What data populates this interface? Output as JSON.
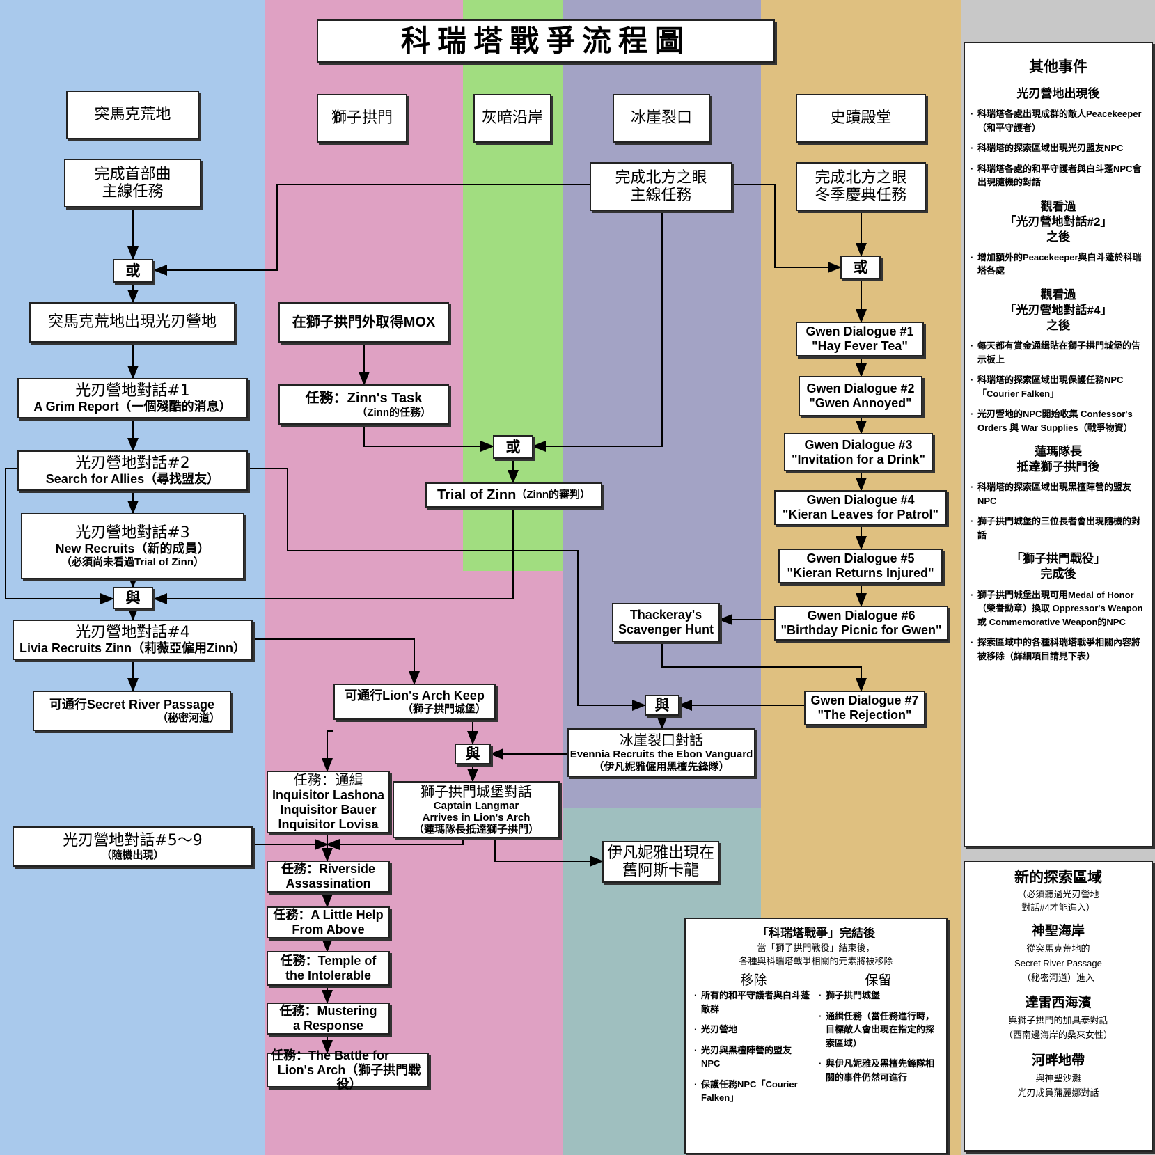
{
  "title": "科瑞塔戰爭流程圖",
  "colors": {
    "blue": "#a9c9ec",
    "pink": "#dfa1c3",
    "green": "#a1dd80",
    "purple": "#a3a3c5",
    "teal": "#9fbfbf",
    "tan": "#dfc080",
    "gray": "#c8c8c8"
  },
  "columns": [
    "突馬克荒地",
    "獅子拱門",
    "灰暗沿岸",
    "冰崖裂口",
    "史蹟殿堂"
  ],
  "gates": {
    "or1": "或",
    "or2": "或",
    "or3": "或",
    "and1": "與",
    "and2": "與",
    "and3": "與"
  },
  "nodes": {
    "ep1": [
      "完成首部曲",
      "主線任務"
    ],
    "camp": "突馬克荒地出現光刃營地",
    "d1": [
      "光刃營地對話#1",
      "A Grim Report（一個殘酷的消息）"
    ],
    "d2": [
      "光刃營地對話#2",
      "Search for Allies（尋找盟友）"
    ],
    "d3": [
      "光刃營地對話#3",
      "New Recruits（新的成員）",
      "（必須尚未看過Trial of Zinn）"
    ],
    "d4": [
      "光刃營地對話#4",
      "Livia Recruits Zinn（莉薇亞僱用Zinn）"
    ],
    "srp": [
      "可通行Secret River Passage",
      "（秘密河道）"
    ],
    "d59": [
      "光刃營地對話#5～9",
      "（隨機出現）"
    ],
    "mox": "在獅子拱門外取得MOX",
    "zinn_task": [
      "任務：Zinn's Task",
      "（Zinn的任務）"
    ],
    "trial": [
      "Trial of Zinn",
      "（Zinn的審判）"
    ],
    "north_main": [
      "完成北方之眼",
      "主線任務"
    ],
    "north_winter": [
      "完成北方之眼",
      "冬季慶典任務"
    ],
    "g1": [
      "Gwen Dialogue #1",
      "\"Hay Fever Tea\""
    ],
    "g2": [
      "Gwen Dialogue #2",
      "\"Gwen Annoyed\""
    ],
    "g3": [
      "Gwen Dialogue #3",
      "\"Invitation for a Drink\""
    ],
    "g4": [
      "Gwen Dialogue #4",
      "\"Kieran Leaves for Patrol\""
    ],
    "g5": [
      "Gwen Dialogue #5",
      "\"Kieran Returns Injured\""
    ],
    "g6": [
      "Gwen Dialogue #6",
      "\"Birthday Picnic for Gwen\""
    ],
    "g7": [
      "Gwen Dialogue #7",
      "\"The Rejection\""
    ],
    "thackeray": [
      "Thackeray's",
      "Scavenger Hunt"
    ],
    "ice": [
      "冰崖裂口對話",
      "Evennia Recruits the Ebon Vanguard",
      "（伊凡妮雅僱用黑檀先鋒隊）"
    ],
    "keep": [
      "可通行Lion's Arch Keep",
      "（獅子拱門城堡）"
    ],
    "keep_talk": [
      "獅子拱門城堡對話",
      "Captain Langmar",
      "Arrives in Lion's Arch",
      "（蓮瑪隊長抵達獅子拱門）"
    ],
    "bounty": [
      "任務：通緝",
      "Inquisitor Lashona",
      "Inquisitor Bauer",
      "Inquisitor Lovisa"
    ],
    "evennia": [
      "伊凡妮雅出現在",
      "舊阿斯卡龍"
    ],
    "q1": [
      "任務：Riverside",
      "Assassination"
    ],
    "q2": [
      "任務：A Little Help",
      "From Above"
    ],
    "q3": [
      "任務：Temple of",
      "the Intolerable"
    ],
    "q4": [
      "任務：Mustering",
      "a Response"
    ],
    "q5": [
      "任務：The Battle for",
      "Lion's Arch（獅子拱門戰役）"
    ]
  },
  "other_events": {
    "title": "其他事件",
    "sections": [
      {
        "heading": [
          "光刃營地出現後"
        ],
        "items": [
          "科瑞塔各處出現成群的敵人Peacekeeper（和平守護者）",
          "科瑞塔的探索區域出現光刃盟友NPC",
          "科瑞塔各處的和平守護者與白斗蓬NPC會出現隨機的對話"
        ]
      },
      {
        "heading": [
          "觀看過",
          "「光刃營地對話#2」",
          "之後"
        ],
        "items": [
          "增加額外的Peacekeeper與白斗蓬於科瑞塔各處"
        ]
      },
      {
        "heading": [
          "觀看過",
          "「光刃營地對話#4」",
          "之後"
        ],
        "items": [
          "每天都有賞金通緝貼在獅子拱門城堡的告示板上",
          "科瑞塔的探索區域出現保護任務NPC「Courier Falken」",
          "光刃營地的NPC開始收集 Confessor's Orders 與 War Supplies（戰爭物資）"
        ]
      },
      {
        "heading": [
          "蓮瑪隊長",
          "抵達獅子拱門後"
        ],
        "items": [
          "科瑞塔的探索區域出現黑檀陣營的盟友NPC",
          "獅子拱門城堡的三位長者會出現隨機的對話"
        ]
      },
      {
        "heading": [
          "「獅子拱門戰役」",
          "完成後"
        ],
        "items": [
          "獅子拱門城堡出現可用Medal of Honor（榮譽勳章）換取 Oppressor's Weapon 或 Commemorative Weapon的NPC",
          "探索區域中的各種科瑞塔戰爭相關內容將被移除（詳細項目請見下表）"
        ]
      }
    ]
  },
  "new_areas": {
    "title": "新的探索區域",
    "note": [
      "（必須聽過光刃營地",
      "對話#4才能進入）"
    ],
    "areas": [
      {
        "name": "神聖海岸",
        "desc": [
          "從突馬克荒地的",
          "Secret River Passage",
          "（秘密河道）進入"
        ]
      },
      {
        "name": "達雷西海濱",
        "desc": [
          "與獅子拱門的加具泰對話",
          "（西南邊海岸的桑來女性）"
        ]
      },
      {
        "name": "河畔地帶",
        "desc": [
          "與神聖沙灘",
          "光刃成員蒲麗娜對話"
        ]
      }
    ]
  },
  "aftermath": {
    "title": "「科瑞塔戰爭」完結後",
    "subtitle": [
      "當「獅子拱門戰役」結束後，",
      "各種與科瑞塔戰爭相關的元素將被移除"
    ],
    "removed_title": "移除",
    "removed": [
      "所有的和平守護者與白斗蓬敵群",
      "光刃營地",
      "光刃與黑檀陣營的盟友NPC",
      "保護任務NPC「Courier Falken」"
    ],
    "kept_title": "保留",
    "kept": [
      "獅子拱門城堡",
      "通緝任務（當任務進行時，目標敵人會出現在指定的探索區域）",
      "與伊凡妮雅及黑檀先鋒隊相關的事件仍然可進行"
    ]
  }
}
